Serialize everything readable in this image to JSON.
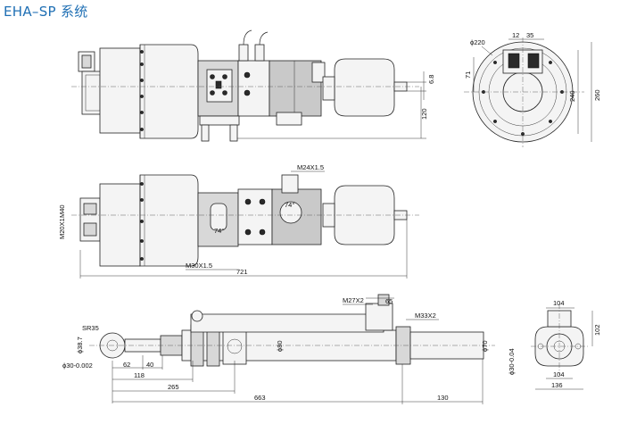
{
  "title": "EHA–SP 系统",
  "dims": {
    "d220": "ϕ220",
    "d12": "12",
    "d35": "35",
    "d71": "71",
    "d260": "260",
    "d240": "240",
    "d68": "6.8",
    "d120": "120",
    "m24": "M24X1.5",
    "m30": "M30X1.5",
    "d721": "721",
    "m40": "M40",
    "m20": "M20X1",
    "a74a": "74°",
    "a74b": "74°",
    "m27": "M27X2",
    "d65": "65",
    "m33": "M33X2",
    "sr35": "SR35",
    "d387": "ϕ38.7",
    "d30a": "ϕ30-0.002",
    "d62": "62",
    "d40": "40",
    "d118": "118",
    "d265": "265",
    "d663": "663",
    "d130": "130",
    "d80": "ϕ80",
    "d70": "ϕ70",
    "d104": "104",
    "d136": "136",
    "d102": "102",
    "d30b": "ϕ30-0.04"
  }
}
